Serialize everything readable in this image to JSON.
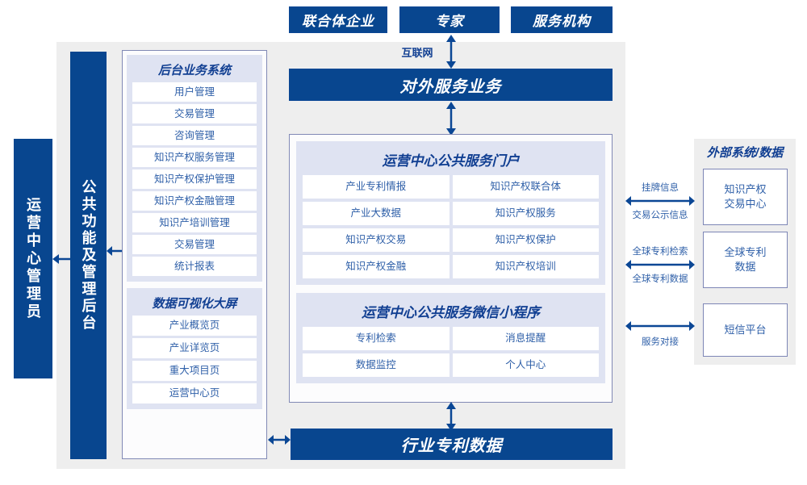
{
  "diagram": {
    "title_top_actors": [
      {
        "label": "联合体企业"
      },
      {
        "label": "专家"
      },
      {
        "label": "服务机构"
      }
    ],
    "internet_label": "互联网",
    "external_service_bar": "对外服务业务",
    "industry_data_bar": "行业专利数据",
    "left_actor": "运营中心管理员",
    "common_function_bar": "公共功能及管理后台",
    "backend_system": {
      "title": "后台业务系统",
      "items": [
        "用户管理",
        "交易管理",
        "咨询管理",
        "知识产权服务管理",
        "知识产权保护管理",
        "知识产权金融管理",
        "知识产培训管理",
        "交易管理",
        "统计报表"
      ]
    },
    "visualization": {
      "title": "数据可视化大屏",
      "items": [
        "产业概览页",
        "产业详览页",
        "重大项目页",
        "运营中心页"
      ]
    },
    "portal": {
      "title": "运营中心公共服务门户",
      "items": [
        "产业专利情报",
        "知识产权联合体",
        "产业大数据",
        "知识产权服务",
        "知识产权交易",
        "知识产权保护",
        "知识产权金融",
        "知识产权培训"
      ]
    },
    "miniprogram": {
      "title": "运营中心公共服务微信小程序",
      "items": [
        "专利检索",
        "消息提醒",
        "数据监控",
        "个人中心"
      ]
    },
    "external": {
      "title": "外部系统/数据",
      "boxes": [
        {
          "label": "知识产权\n交易中心"
        },
        {
          "label": "全球专利\n数据"
        },
        {
          "label": "短信平台"
        }
      ],
      "connections": [
        {
          "above": "挂牌信息",
          "below": "交易公示信息"
        },
        {
          "above": "全球专利检索",
          "below": "全球专利数据"
        },
        {
          "above": "",
          "below": "服务对接"
        }
      ]
    },
    "colors": {
      "brand_blue": "#08468f",
      "panel_border": "#8189b5",
      "group_bg": "#dfe3f2",
      "outer_gray": "#eeeeee",
      "text_blue": "#2e5fa8",
      "title_blue": "#113f92"
    }
  }
}
